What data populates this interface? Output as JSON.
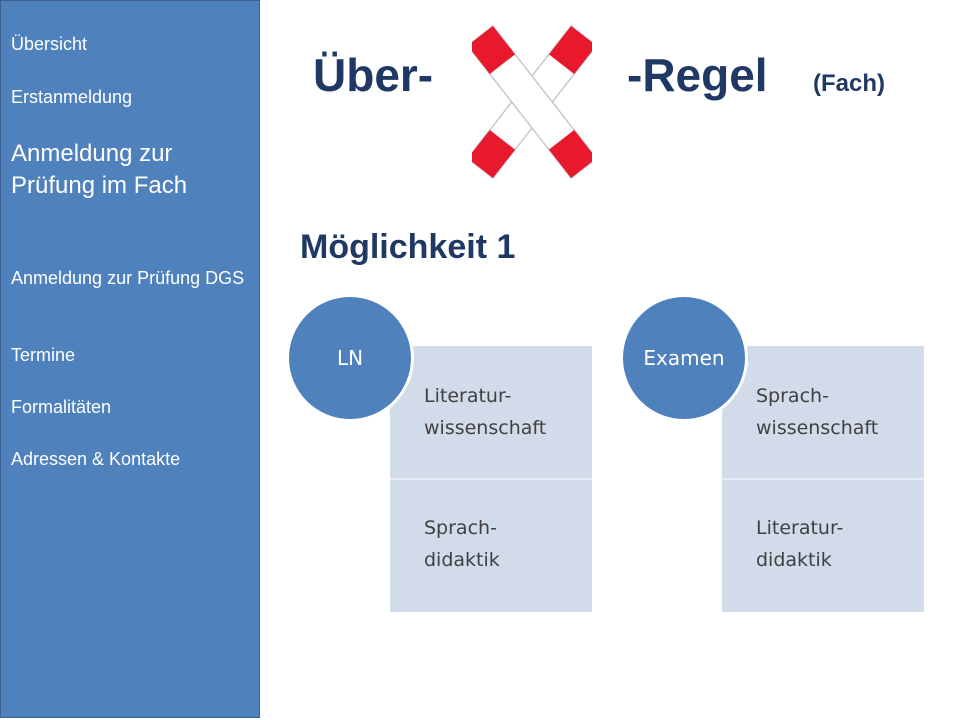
{
  "sidebar": {
    "items": [
      {
        "label": "Übersicht"
      },
      {
        "label": "Erstanmeldung"
      },
      {
        "label": "Anmeldung zur Prüfung im Fach"
      },
      {
        "label": "Anmeldung zur Prüfung DGS"
      },
      {
        "label": "Termine"
      },
      {
        "label": "Formalitäten"
      },
      {
        "label": "Adressen & Kontakte"
      }
    ]
  },
  "header": {
    "title_left": "Über-",
    "title_right": "-Regel",
    "title_suffix": "(Fach)",
    "cross_icon": "railway-crossing-cross-icon"
  },
  "main": {
    "subheading": "Möglichkeit 1",
    "options": [
      {
        "circle_label": "LN",
        "top_text": "Literatur-\nwissenschaft",
        "bottom_text": "Sprach-\ndidaktik"
      },
      {
        "circle_label": "Examen",
        "top_text": "Sprach-\nwissenschaft",
        "bottom_text": "Literatur-\ndidaktik"
      }
    ]
  },
  "colors": {
    "sidebar_bg": "#4f81bd",
    "title": "#1f3864",
    "panel_bg": "#d2dbe9",
    "circle_bg": "#4f81bd",
    "cross_red": "#e8192c"
  }
}
